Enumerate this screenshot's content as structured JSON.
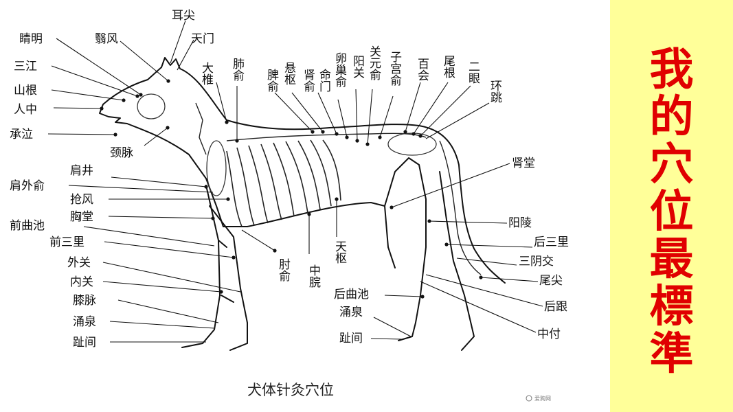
{
  "diagram": {
    "caption": "犬体针灸穴位",
    "watermark": "爱狗网",
    "labels": {
      "jingming": "睛明",
      "yifeng": "翳风",
      "erjian": "耳尖",
      "tianmen": "天门",
      "sanjiang": "三江",
      "shangen": "山根",
      "renzhong": "人中",
      "chengqi": "承泣",
      "jingmai": "颈脉",
      "dazhui": "大椎",
      "feishu": "肺俞",
      "pishu": "脾俞",
      "xuanshu": "悬枢",
      "shenshu": "肾俞",
      "mingmen": "命门",
      "luanchaoshu": "卵巢俞",
      "yangguan": "阳关",
      "guanyuanshu": "关元俞",
      "zigongshu": "子宫俞",
      "baihui": "百会",
      "weigen": "尾根",
      "eryan": "二眼",
      "huantiao": "环跳",
      "shentang": "肾堂",
      "jianjing": "肩井",
      "jianwaishu": "肩外俞",
      "qiangfeng": "抢风",
      "xiongtang": "胸堂",
      "qianquchi": "前曲池",
      "qiansanli": "前三里",
      "waiguan": "外关",
      "neiguan": "内关",
      "xiamai": "膝脉",
      "yongquan_front": "涌泉",
      "zhijian_front": "趾间",
      "zhoushu": "肘俞",
      "zhongwan": "中脘",
      "tianshu": "天枢",
      "houquchi": "后曲池",
      "yongquan_hind": "涌泉",
      "zhijian_hind": "趾间",
      "yangling": "阳陵",
      "housanli": "后三里",
      "sanyinjiao": "三阴交",
      "weijian": "尾尖",
      "hougen": "后跟",
      "zhongfu": "中付"
    }
  },
  "side_panel": {
    "chars": [
      "我",
      "的",
      "穴",
      "位",
      "最",
      "標",
      "準"
    ]
  },
  "colors": {
    "panel_bg": "#ffff99",
    "slogan": "#e00000",
    "ink": "#111111"
  }
}
